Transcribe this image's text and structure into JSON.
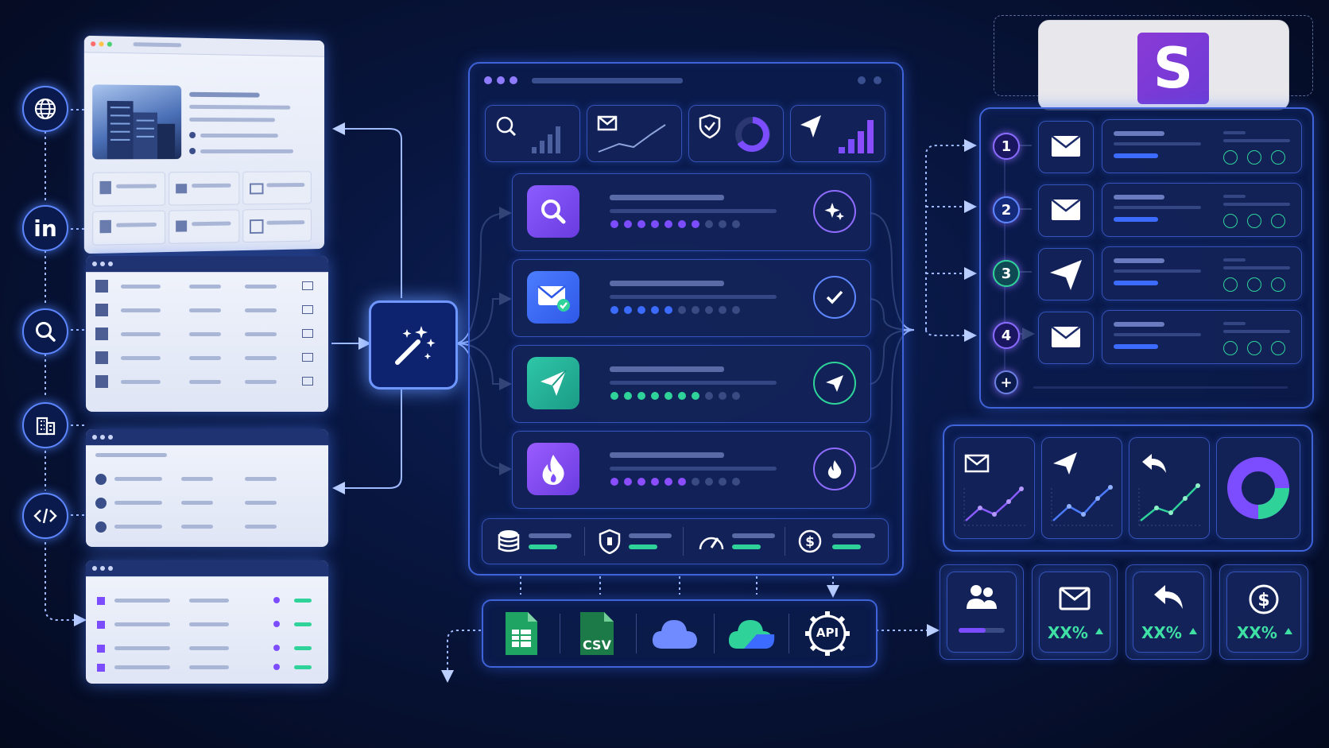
{
  "brand": {
    "logo_letter": "S",
    "color": "#7a3ad6"
  },
  "left_sources": {
    "icons": [
      "globe-icon",
      "linkedin-icon",
      "search-icon",
      "building-icon",
      "code-icon"
    ],
    "linkedin_label": "in"
  },
  "center": {
    "top_metric_icons": [
      "search-icon",
      "mail-icon",
      "shield-icon",
      "send-icon"
    ],
    "feature_rows": [
      {
        "icon": "search-icon",
        "badge": "sparkle-icon",
        "color": "#7c4dff"
      },
      {
        "icon": "mail-check-icon",
        "badge": "check-icon",
        "color": "#3b6cff"
      },
      {
        "icon": "send-icon",
        "badge": "send-icon",
        "color": "#20b39a"
      },
      {
        "icon": "flame-icon",
        "badge": "flame-icon",
        "color": "#8a4dff"
      }
    ],
    "status_icons": [
      "database-icon",
      "shield-icon",
      "speedometer-icon",
      "dollar-icon"
    ]
  },
  "integrations": {
    "items": [
      "sheets-icon",
      "csv-icon",
      "cloud-icon",
      "cloud-sync-icon",
      "api-icon"
    ],
    "csv_label": "CSV",
    "api_label": "API"
  },
  "sequence": {
    "steps": [
      {
        "num": "1",
        "icon": "mail-icon"
      },
      {
        "num": "2",
        "icon": "mail-icon"
      },
      {
        "num": "3",
        "icon": "send-icon"
      },
      {
        "num": "4",
        "icon": "mail-icon"
      }
    ],
    "add_label": "+"
  },
  "analytics": {
    "charts": [
      "mail-icon",
      "send-icon",
      "reply-icon"
    ],
    "donut": {
      "primary": 0.72
    }
  },
  "kpis": [
    {
      "icon": "users-icon",
      "value": ""
    },
    {
      "icon": "mail-icon",
      "value": "XX%"
    },
    {
      "icon": "reply-icon",
      "value": "XX%"
    },
    {
      "icon": "dollar-icon",
      "value": "XX%"
    }
  ],
  "colors": {
    "accent": "#3f63d8",
    "green": "#2fd39a",
    "purple": "#7c4dff",
    "blue": "#3b6cff"
  }
}
